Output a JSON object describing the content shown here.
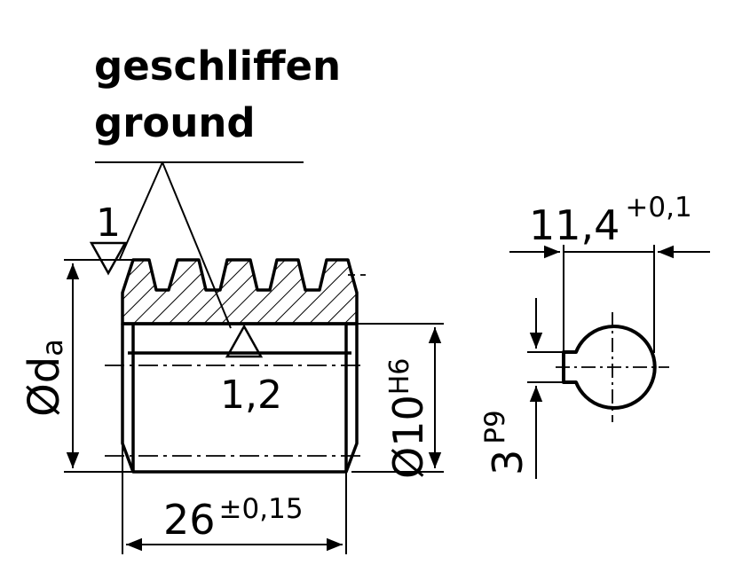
{
  "notes": {
    "german": "geschliffen",
    "english": "ground"
  },
  "roughness": {
    "flank_value": "1",
    "bore_value": "1,2"
  },
  "dimensions": {
    "outer_diameter_symbol": "Ød",
    "outer_diameter_subscript": "a",
    "bore_symbol": "Ø10",
    "bore_tolerance": "H6",
    "length_value": "26",
    "length_tolerance": "±0,15",
    "keyway_depth_value": "11,4",
    "keyway_depth_tolerance": "+0,1",
    "keyway_width_value": "3",
    "keyway_width_tolerance": "P9"
  }
}
